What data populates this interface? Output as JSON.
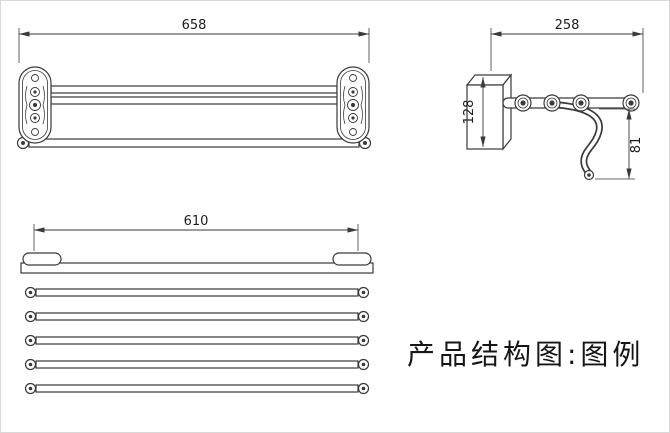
{
  "views": {
    "front": {
      "width_dim": "658"
    },
    "side": {
      "depth_dim": "258",
      "height_dim": "128",
      "hook_dim": "81"
    },
    "plan": {
      "width_dim": "610"
    }
  },
  "caption": "产品结构图:图例",
  "colors": {
    "line": "#3a3a3a",
    "text": "#1c1c1c",
    "background": "#ffffff",
    "border": "#d9d9d9"
  }
}
